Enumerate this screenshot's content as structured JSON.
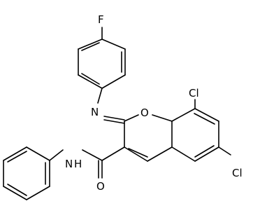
{
  "molecule": {
    "atoms": {
      "fluorine": "F",
      "imine_nitrogen": "N",
      "ring_oxygen": "O",
      "chlorine_8": "Cl",
      "chlorine_6": "Cl",
      "amide_nitrogen": "N",
      "amide_hydrogen": "H",
      "carbonyl_oxygen": "O"
    }
  }
}
